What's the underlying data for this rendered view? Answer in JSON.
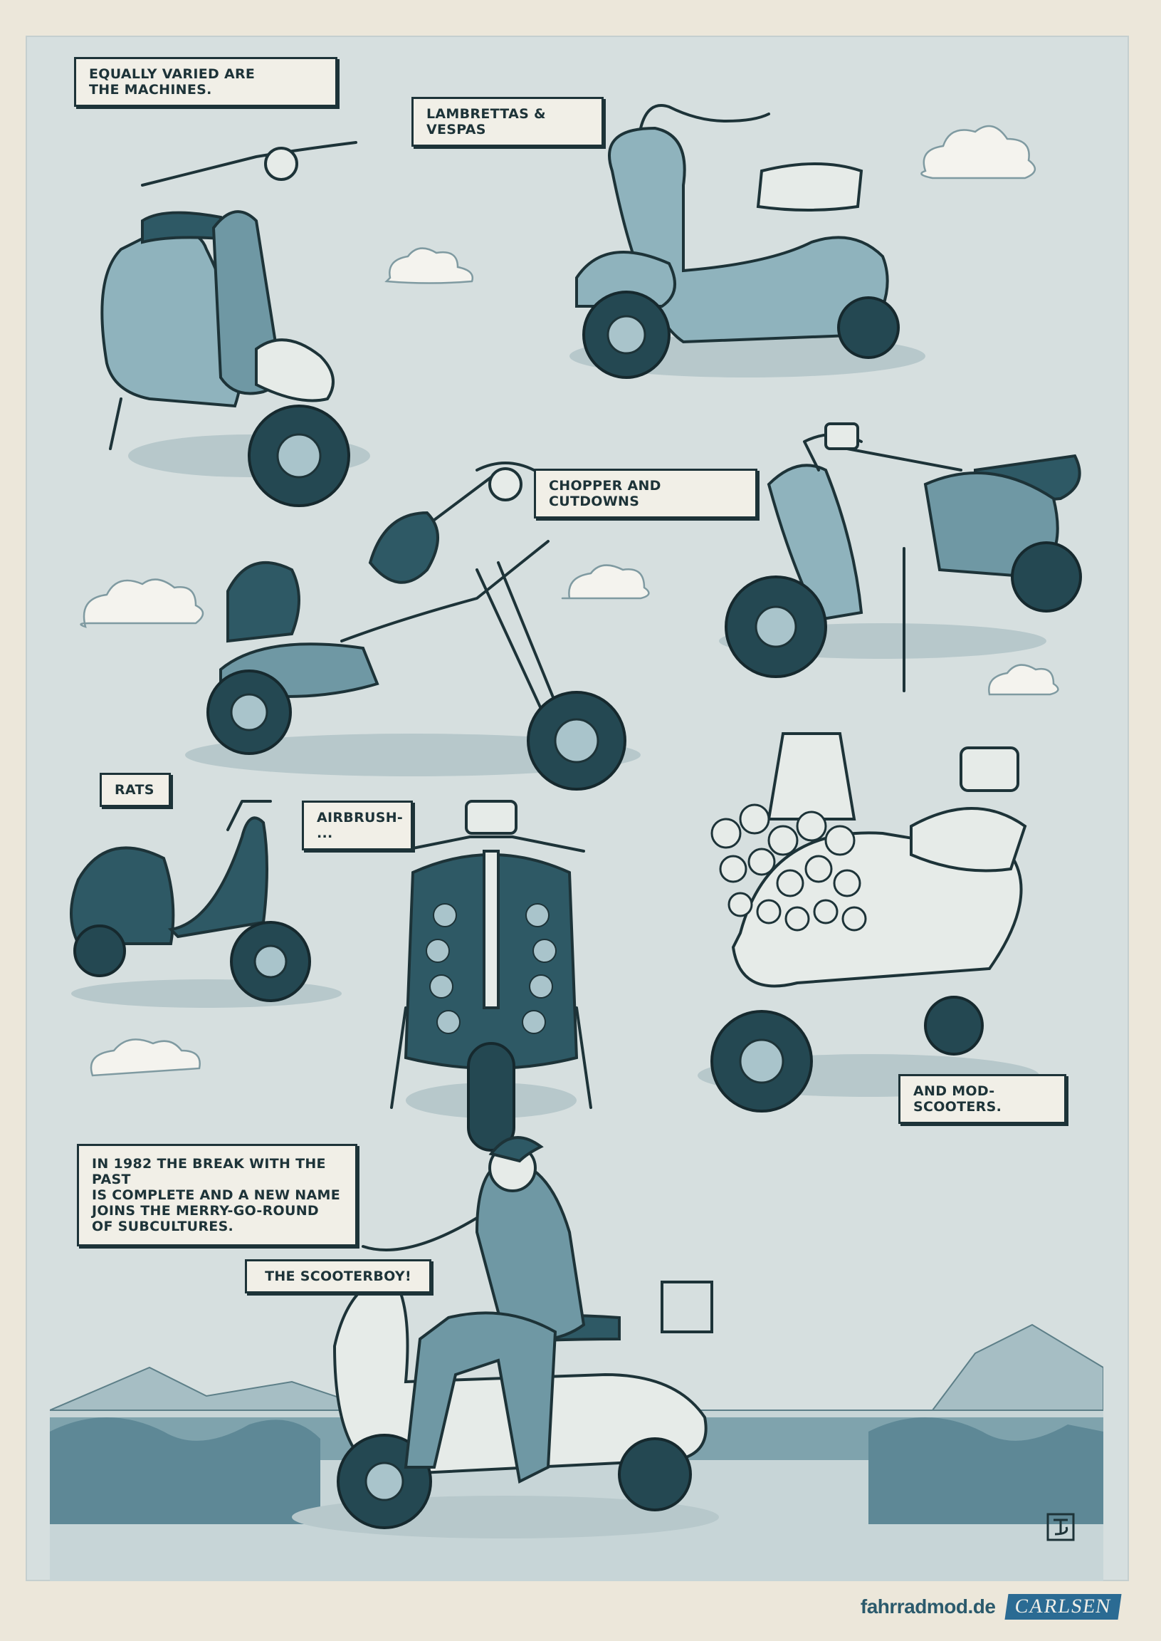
{
  "captions": {
    "machines": "EQUALLY VARIED ARE\nTHE MACHINES.",
    "lambrettas": "LAMBRETTAS & VESPAS",
    "chopper": "CHOPPER AND CUTDOWNS",
    "rats": "RATS",
    "airbrush": "AIRBRUSH- ...",
    "mod": "AND MOD-SCOOTERS.",
    "year": "IN 1982 THE BREAK WITH THE PAST\nIS COMPLETE AND A NEW NAME\nJOINS THE MERRY-GO-ROUND\nOF SUBCULTURES.",
    "scooterboy": "THE SCOOTERBOY!"
  },
  "footer": {
    "website": "fahrradmod.de",
    "publisher": "CARLSEN"
  },
  "colors": {
    "paper": "#ece7da",
    "panel": "#d6dfdf",
    "ink": "#1d3338",
    "scooter_blue": "#8fb3bd",
    "dark_blue": "#2e5965",
    "publisher_blue": "#2b6b93"
  }
}
